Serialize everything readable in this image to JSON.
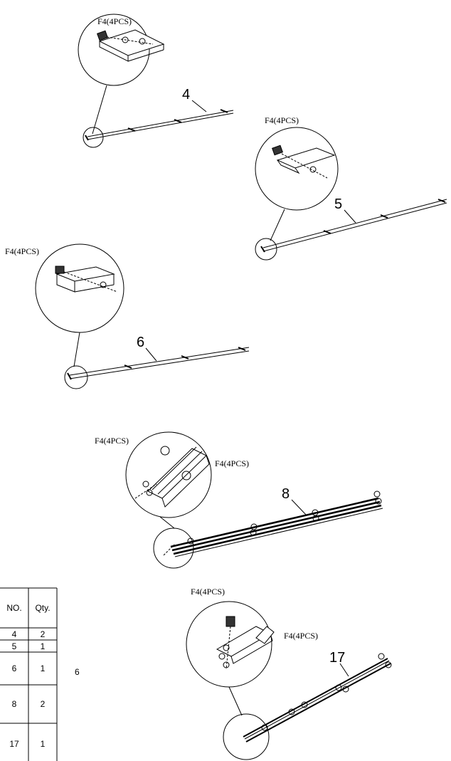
{
  "assemblies": [
    {
      "part_no": "4",
      "callouts": [
        "F4(4PCS)"
      ]
    },
    {
      "part_no": "5",
      "callouts": [
        "F4(4PCS)"
      ]
    },
    {
      "part_no": "6",
      "callouts": [
        "F4(4PCS)"
      ]
    },
    {
      "part_no": "8",
      "callouts": [
        "F4(4PCS)",
        "F4(4PCS)"
      ]
    },
    {
      "part_no": "17",
      "callouts": [
        "F4(4PCS)",
        "F4(4PCS)"
      ]
    }
  ],
  "parts_table": {
    "headers": [
      "NO.",
      "Qty."
    ],
    "rows": [
      {
        "no": "4",
        "qty": "2"
      },
      {
        "no": "5",
        "qty": "1"
      },
      {
        "no": "6",
        "qty": "1"
      },
      {
        "no": "8",
        "qty": "2"
      },
      {
        "no": "17",
        "qty": "1"
      }
    ],
    "step_number": "6"
  }
}
